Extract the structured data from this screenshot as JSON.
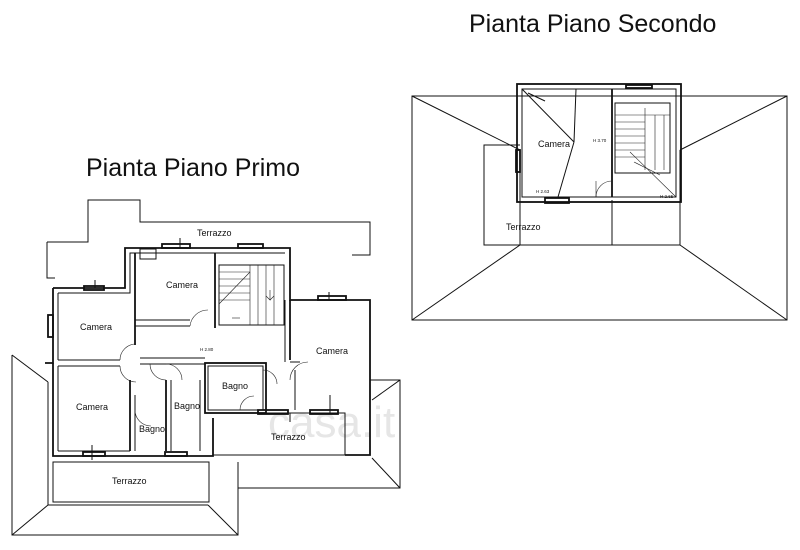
{
  "titles": {
    "second_floor": "Pianta Piano Secondo",
    "first_floor": "Pianta Piano Primo"
  },
  "watermark": "casa.it",
  "second_floor": {
    "rooms": {
      "camera": "Camera",
      "terrazzo": "Terrazzo"
    },
    "heights": {
      "h1": "H 3.70",
      "h2": "H 2.63",
      "h3": "H 2.65"
    }
  },
  "first_floor": {
    "rooms": {
      "terrazzo_top": "Terrazzo",
      "camera_top": "Camera",
      "camera_left": "Camera",
      "camera_right": "Camera",
      "camera_bottom_left": "Camera",
      "bagno_small": "Bagno",
      "bagno_center": "Bagno",
      "bagno_right": "Bagno",
      "terrazzo_right": "Terrazzo",
      "terrazzo_bottom": "Terrazzo"
    },
    "heights": {
      "h_hall": "H 2.80"
    }
  }
}
